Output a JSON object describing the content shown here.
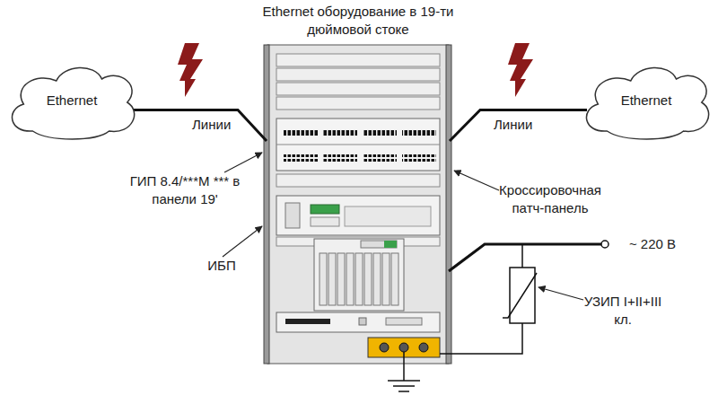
{
  "diagram": {
    "nodes": [
      {
        "text": [
          "Ethernet"
        ]
      },
      {
        "text": [
          "Ethernet оборудование в 19-ти дюймовой стоке"
        ]
      },
      {
        "text": [
          "Ethernet"
        ]
      }
    ],
    "edges": [
      {
        "from": 0,
        "to": 1,
        "arrow": "none",
        "label": "Линии"
      },
      {
        "from": 1,
        "to": 2,
        "arrow": "none",
        "label": "Линии"
      }
    ],
    "labels": [
      "ГИП 8.4/***М *** в панели 19'",
      "ИБП",
      "Кроссировочная патч-панель",
      "~ 220 В",
      "УЗИП I+II+III кл."
    ]
  }
}
